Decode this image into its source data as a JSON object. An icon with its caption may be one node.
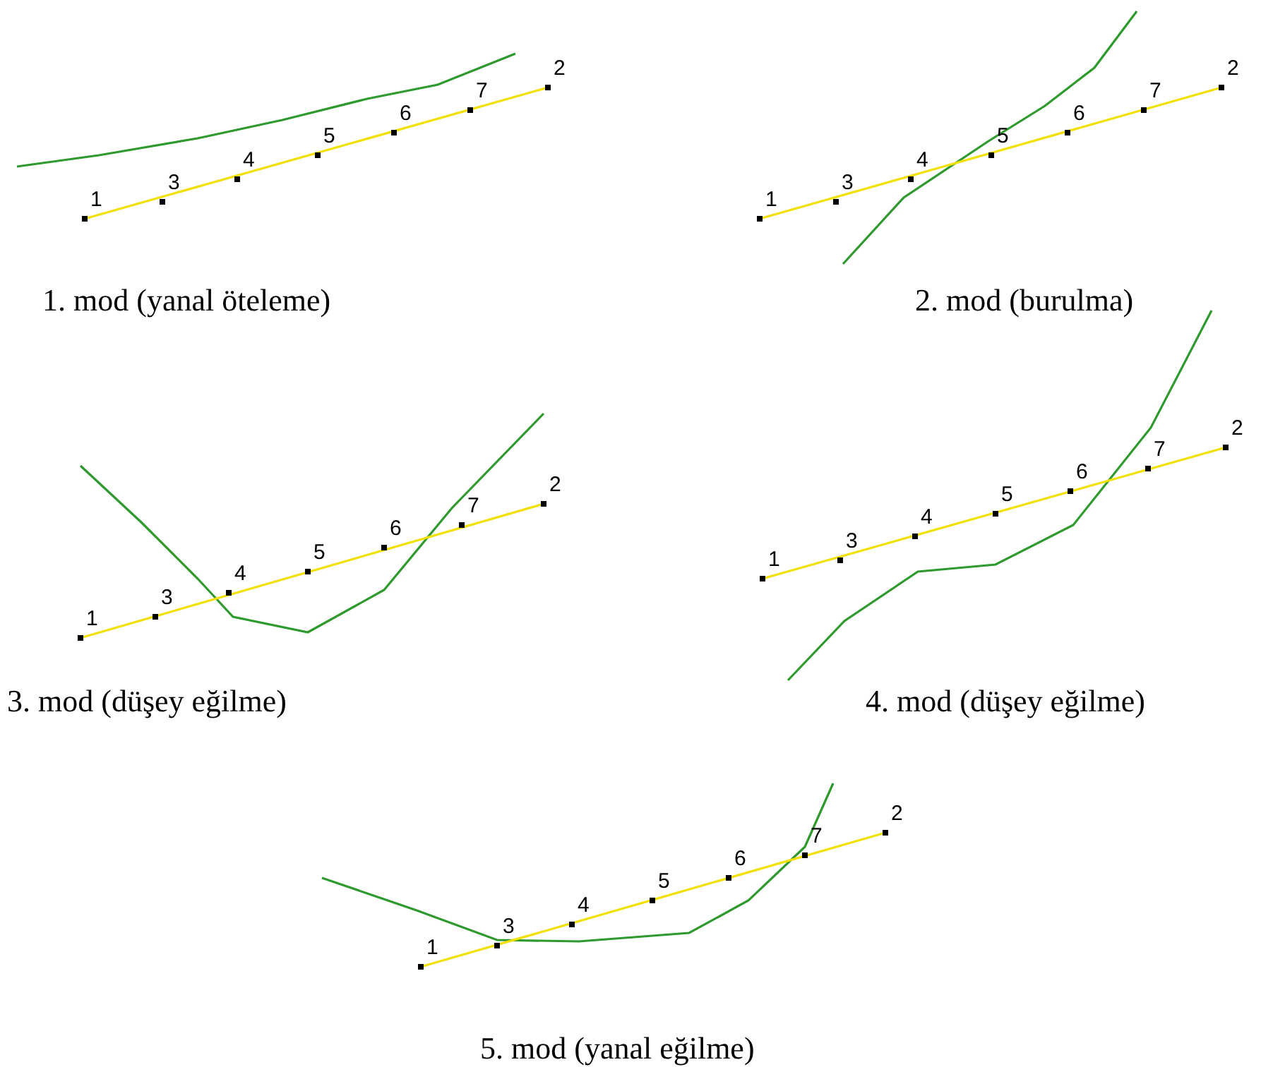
{
  "diagram": {
    "labels": [
      "1",
      "3",
      "4",
      "5",
      "6",
      "7",
      "2",
      "1. mod (yanal öteleme)",
      "1",
      "3",
      "4",
      "5",
      "6",
      "7",
      "2",
      "2. mod (burulma)",
      "1",
      "3",
      "4",
      "5",
      "6",
      "7",
      "2",
      "3. mod (düşey eğilme)",
      "1",
      "3",
      "4",
      "5",
      "6",
      "7",
      "2",
      "4. mod (düşey eğilme)",
      "1",
      "3",
      "4",
      "5",
      "6",
      "7",
      "2",
      "5. mod (yanal eğilme)"
    ]
  }
}
